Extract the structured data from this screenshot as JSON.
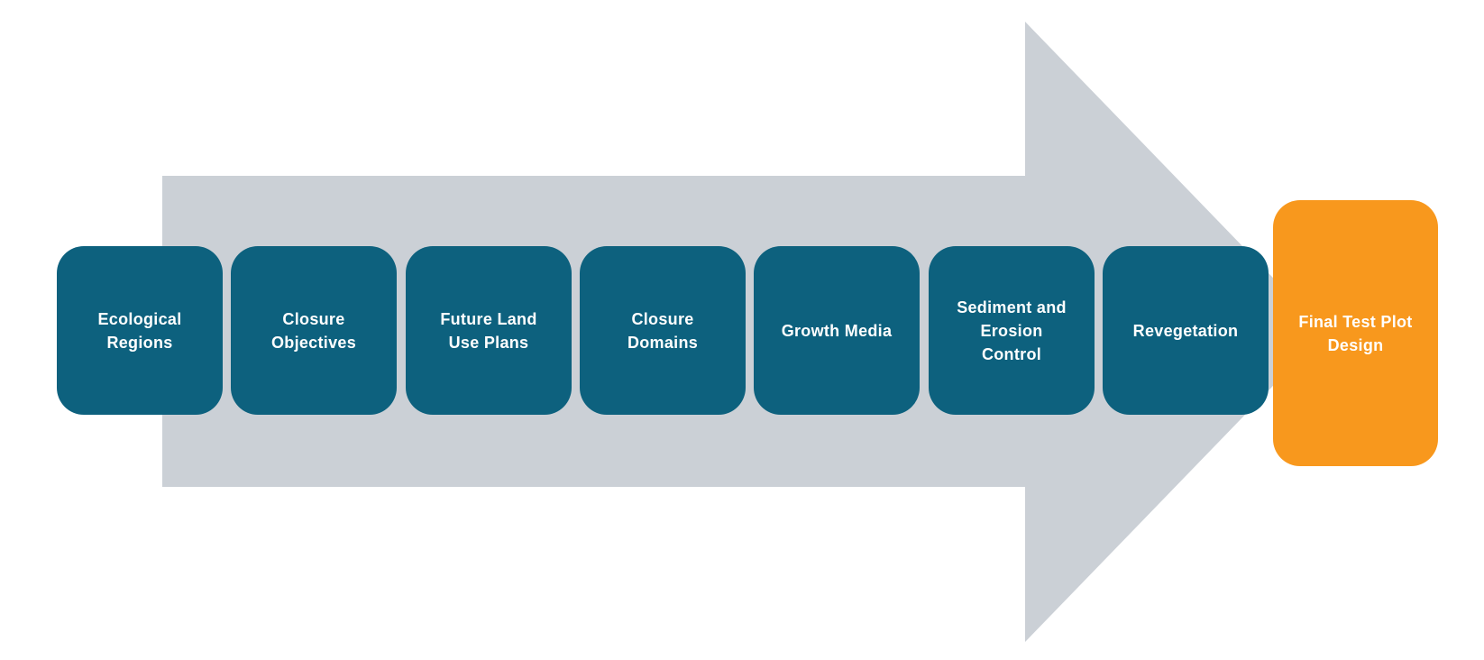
{
  "diagram": {
    "description": "Mine closure revegetation planning process flow ending in final test plot design",
    "background_color": "#FFFFFF",
    "arrow": {
      "direction": "right",
      "color": "#CBD0D6"
    },
    "step_colors": {
      "default_fill": "#0D617E",
      "final_fill": "#F8981D",
      "text_color": "#FFFFFF"
    },
    "steps": [
      {
        "label": "Ecological\nRegions",
        "fill": "#0D617E",
        "text_color": "#FFFFFF",
        "final": false
      },
      {
        "label": "Closure\nObjectives",
        "fill": "#0D617E",
        "text_color": "#FFFFFF",
        "final": false
      },
      {
        "label": "Future Land\nUse Plans",
        "fill": "#0D617E",
        "text_color": "#FFFFFF",
        "final": false
      },
      {
        "label": "Closure\nDomains",
        "fill": "#0D617E",
        "text_color": "#FFFFFF",
        "final": false
      },
      {
        "label": "Growth Media",
        "fill": "#0D617E",
        "text_color": "#FFFFFF",
        "final": false
      },
      {
        "label": "Sediment and\nErosion\nControl",
        "fill": "#0D617E",
        "text_color": "#FFFFFF",
        "final": false
      },
      {
        "label": "Revegetation",
        "fill": "#0D617E",
        "text_color": "#FFFFFF",
        "final": false
      },
      {
        "label": "Final Test Plot\nDesign",
        "fill": "#F8981D",
        "text_color": "#FFFFFF",
        "final": true
      }
    ]
  }
}
